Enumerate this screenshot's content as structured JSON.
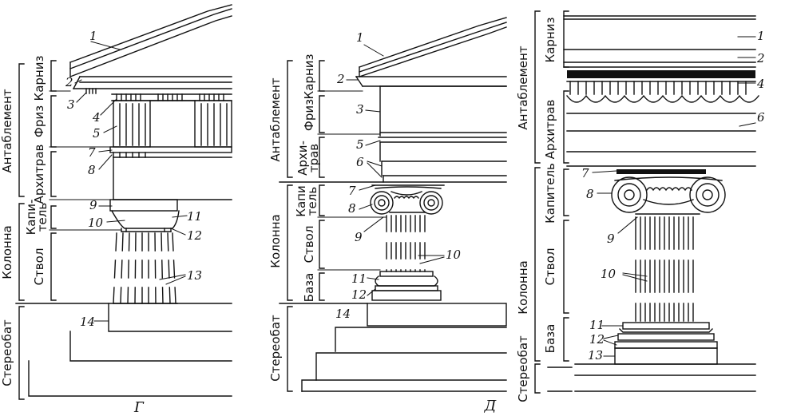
{
  "panelG": {
    "caption": "Г",
    "sections": {
      "entablature": "Антаблемент",
      "cornice": "Карниз",
      "frieze": "Фриз",
      "architrave": "Архитрав",
      "column": "Колонна",
      "capital_line1": "Капи-",
      "capital_line2": "тель",
      "shaft": "Ствол",
      "stylobate": "Стереобат"
    },
    "numbers": [
      "1",
      "2",
      "3",
      "4",
      "5",
      "7",
      "8",
      "9",
      "10",
      "11",
      "12",
      "13",
      "14"
    ]
  },
  "panelD": {
    "caption": "Д",
    "sections": {
      "entablature": "Антаблемент",
      "cornice": "Карниз",
      "frieze": "Фриз",
      "architrave_line1": "Архи-",
      "architrave_line2": "трав",
      "column": "Колонна",
      "capital_line1": "Капи",
      "capital_line2": "тель",
      "shaft": "Ствол",
      "base": "База",
      "stylobate": "Стереобат"
    },
    "numbers": [
      "1",
      "2",
      "3",
      "5",
      "6",
      "7",
      "8",
      "9",
      "10",
      "11",
      "12",
      "14"
    ]
  },
  "panelE": {
    "sections": {
      "entablature": "Антаблемент",
      "cornice": "Карниз",
      "architrave": "Архитрав",
      "column": "Колонна",
      "capital": "Капитель",
      "shaft": "Ствол",
      "base": "База",
      "stylobate": "Стереобат"
    },
    "numbers": [
      "1",
      "2",
      "4",
      "6",
      "7",
      "8",
      "9",
      "10",
      "11",
      "12",
      "13"
    ]
  }
}
